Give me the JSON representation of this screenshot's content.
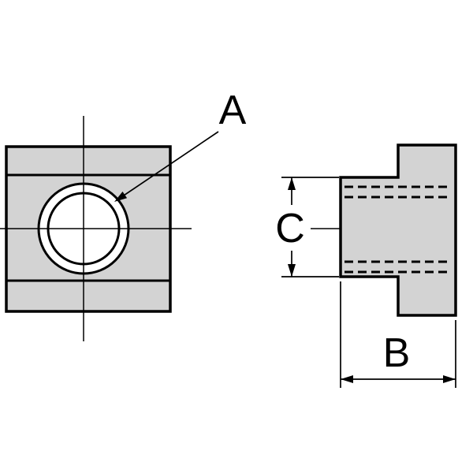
{
  "labels": {
    "a": "A",
    "b": "B",
    "c": "C"
  },
  "colors": {
    "part_fill": "#d3d3d3",
    "line": "#000000",
    "background": "#ffffff"
  }
}
